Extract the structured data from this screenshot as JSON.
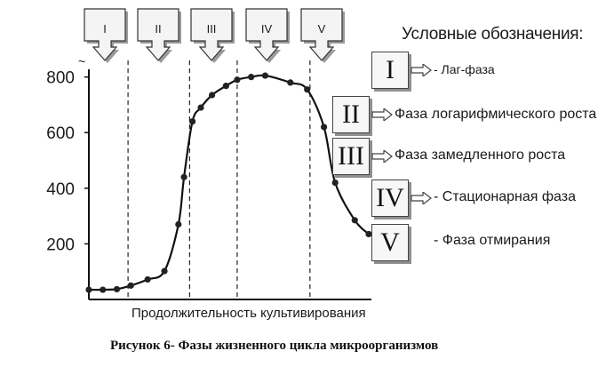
{
  "chart_data": {
    "type": "line",
    "title": "",
    "xlabel": "Продолжительность культивирования",
    "ylabel": "",
    "y_axis_symbol": "~",
    "yticks": [
      200,
      400,
      600,
      800
    ],
    "ylim": [
      0,
      850
    ],
    "xlim": [
      0,
      100
    ],
    "grid": false,
    "phase_boundaries": [
      14,
      36,
      53,
      79
    ],
    "phase_markers": [
      "I",
      "II",
      "III",
      "IV",
      "V"
    ],
    "series": [
      {
        "points": [
          {
            "x": 0,
            "y": 35
          },
          {
            "x": 5,
            "y": 35
          },
          {
            "x": 10,
            "y": 37
          },
          {
            "x": 15,
            "y": 50
          },
          {
            "x": 21,
            "y": 72
          },
          {
            "x": 27,
            "y": 102
          },
          {
            "x": 32,
            "y": 270
          },
          {
            "x": 34,
            "y": 440
          },
          {
            "x": 37,
            "y": 640
          },
          {
            "x": 40,
            "y": 690
          },
          {
            "x": 44,
            "y": 735
          },
          {
            "x": 49,
            "y": 768
          },
          {
            "x": 53,
            "y": 790
          },
          {
            "x": 58,
            "y": 800
          },
          {
            "x": 63,
            "y": 805
          },
          {
            "x": 72,
            "y": 780
          },
          {
            "x": 78,
            "y": 755
          },
          {
            "x": 84,
            "y": 620
          },
          {
            "x": 88,
            "y": 420
          },
          {
            "x": 95,
            "y": 285
          },
          {
            "x": 100,
            "y": 235
          }
        ]
      }
    ],
    "colors": {
      "line": "#111111",
      "dots": "#222222",
      "boxes": "#f7f7f7",
      "box_shadow": "#8f8f8f"
    }
  },
  "legend": {
    "title": "Условные обозначения:",
    "items": [
      {
        "symbol": "I",
        "label": "- Лаг-фаза"
      },
      {
        "symbol": "II",
        "label": "Фаза логарифмического роста"
      },
      {
        "symbol": "III",
        "label": "Фаза замедленного роста"
      },
      {
        "symbol": "IV",
        "label": "- Стационарная фаза"
      },
      {
        "symbol": "V",
        "label": "- Фаза отмирания"
      }
    ]
  },
  "caption": "Рисунок 6- Фазы жизненного цикла микроорганизмов"
}
